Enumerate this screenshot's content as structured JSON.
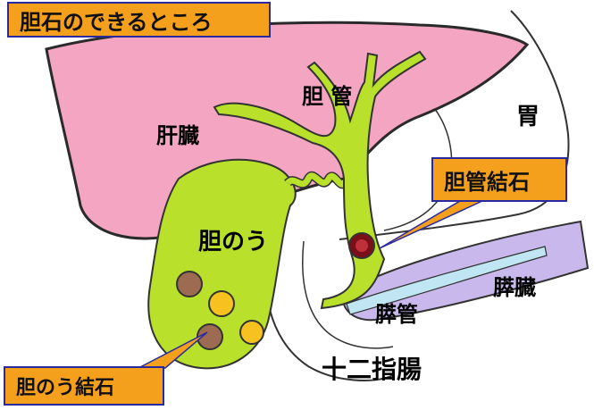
{
  "title": "胆石のできるところ",
  "labels": {
    "liver": "肝臓",
    "bile_duct": "胆 管",
    "stomach": "胃",
    "gallbladder": "胆のう",
    "pancreas": "膵臓",
    "pancreatic_duct": "膵管",
    "duodenum": "十二指腸"
  },
  "callouts": {
    "bile_duct_stone": "胆管結石",
    "gallbladder_stone": "胆のう結石"
  },
  "colors": {
    "liver": "#f3a5c1",
    "gallbladder": "#b9e02a",
    "pancreas": "#c8b8ec",
    "pancreatic_duct": "#bfe6f2",
    "callout_fill": "#f4a01c",
    "callout_border": "#2a2aa0",
    "stone_brown": "#9c6b52",
    "stone_yellow": "#f7c21f",
    "bile_duct_stone": "#7a0f1a"
  }
}
